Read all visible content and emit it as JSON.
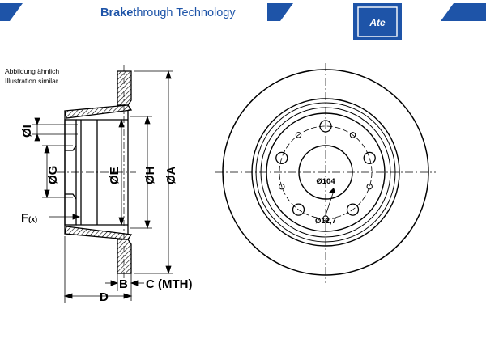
{
  "header": {
    "brand_bold": "Brake",
    "brand_rest": "through Technology",
    "logo_text": "Ate",
    "accent_color": "#1e54a8"
  },
  "caption": {
    "line1": "Abbildung ähnlich",
    "line2": "Illustration similar"
  },
  "side_view": {
    "labels": {
      "dia_i": "ØI",
      "dia_g": "ØG",
      "dia_e": "ØE",
      "dia_h": "ØH",
      "dia_a": "ØA",
      "f_label": "F",
      "f_sub": "(x)",
      "b": "B",
      "c": "C (MTH)",
      "d": "D"
    }
  },
  "front_view": {
    "center_bore_label": "Ø104",
    "bolt_hole_label": "Ø12,7",
    "bolt_hole_count": 5,
    "vent_hole_count": 5
  },
  "icons": {
    "logo": "ate-logo-icon",
    "hub_hole": "bolt-hole-icon"
  }
}
